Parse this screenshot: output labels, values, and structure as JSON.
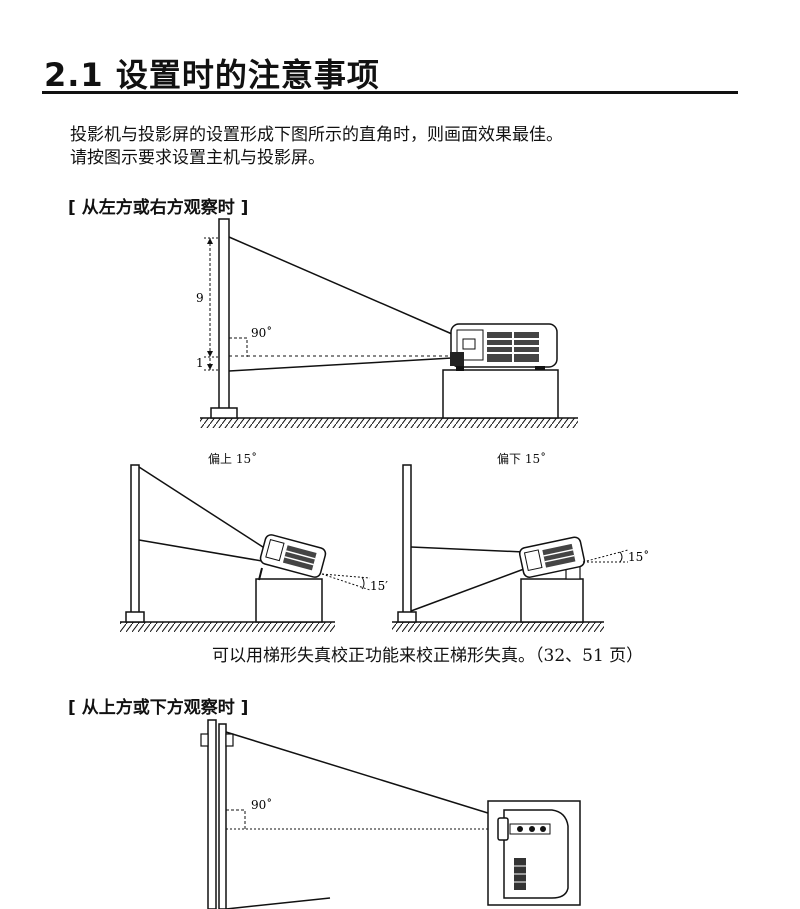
{
  "title": "2.1 设置时的注意事项",
  "intro": {
    "line1": "投影机与投影屏的设置形成下图所示的直角时，则画面效果最佳。",
    "line2": "请按图示要求设置主机与投影屏。"
  },
  "section_side": "[ 从左方或右方观察时 ]",
  "section_top": "[ 从上方或下方观察时 ]",
  "diagram_side": {
    "label_9": "9",
    "label_1": "1",
    "angle": "90˚"
  },
  "tilt_up": {
    "caption": "偏上 15˚",
    "angle": "15′"
  },
  "tilt_down": {
    "caption": "偏下 15˚",
    "angle": "15˚"
  },
  "keystone_note": "可以用梯形失真校正功能来校正梯形失真。（32、51 页）",
  "diagram_top": {
    "angle": "90˚"
  }
}
